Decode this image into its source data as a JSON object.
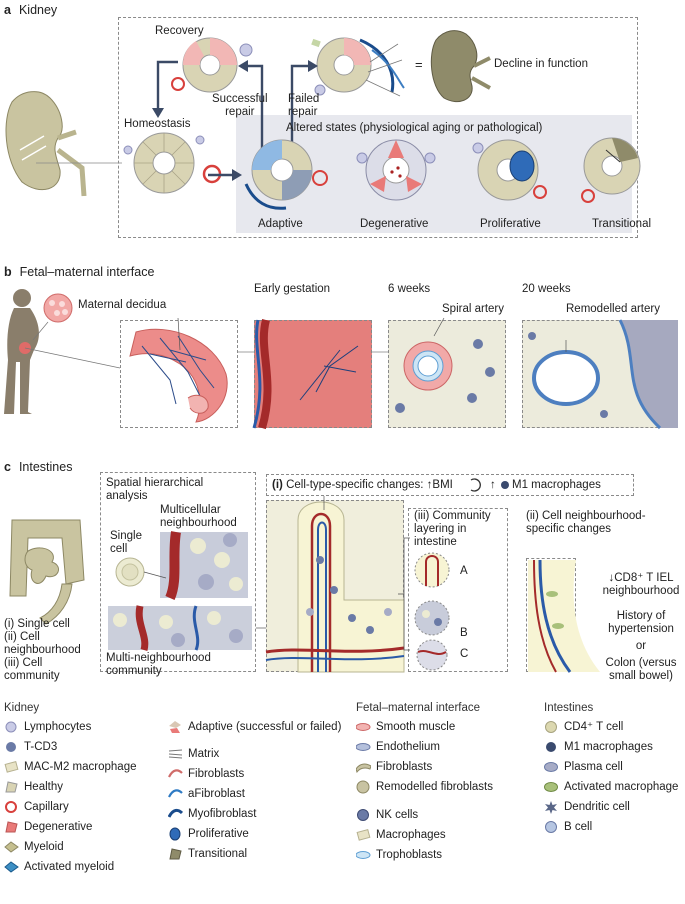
{
  "kidney": {
    "letter": "a",
    "title": "Kidney",
    "recovery": "Recovery",
    "successful": "Successful\nrepair",
    "failed": "Failed\nrepair",
    "homeostasis": "Homeostasis",
    "equals": "=",
    "decline": "Decline in function",
    "altered": "Altered states (physiological aging or pathological)",
    "states": [
      "Adaptive",
      "Degenerative",
      "Proliferative",
      "Transitional"
    ]
  },
  "fetal": {
    "letter": "b",
    "title": "Fetal–maternal interface",
    "decidua": "Maternal decidua",
    "early": "Early gestation",
    "w6": "6 weeks",
    "w20": "20 weeks",
    "spiral": "Spiral artery",
    "remodelled": "Remodelled artery"
  },
  "intestines": {
    "letter": "c",
    "title": "Intestines",
    "spatial": "Spatial hierarchical\nanalysis",
    "multicell": "Multicellular\nneighbourhood",
    "single": "Single\ncell",
    "multinb": "Multi-neighbourhood\ncommunity",
    "levels": "(i) Single cell\n(ii) Cell\nneighbourhood\n(iii) Cell\ncommunity",
    "bannerTag": "(i)",
    "banner": "Cell-type-specific changes: ↑BMI",
    "bannerTail": "↑",
    "bannerTail2": "M1 macrophages",
    "layering": "(iii) Community\nlayering in\nintestine",
    "layerA": "A",
    "layerB": "B",
    "layerC": "C",
    "nbchanges": "(ii) Cell neighbourhood-\nspecific changes",
    "cd8": "↓CD8⁺ T IEL\nneighbourhood",
    "history": "History of\nhypertension",
    "or": "or",
    "colon": "Colon (versus\nsmall bowel)"
  },
  "legend": {
    "kidneyHead": "Kidney",
    "kidney1": [
      "Lymphocytes",
      "T-CD3",
      "MAC-M2 macrophage",
      "Healthy",
      "Capillary",
      "Degenerative",
      "Myeloid",
      "Activated myeloid"
    ],
    "kidney2": [
      "Adaptive (successful\nor failed)",
      "Matrix",
      "Fibroblasts",
      "aFibroblast",
      "Myofibroblast",
      "Proliferative",
      "Transitional"
    ],
    "fetalHead": "Fetal–maternal interface",
    "fetal": [
      "Smooth muscle",
      "Endothelium",
      "Fibroblasts",
      "Remodelled\nfibroblasts",
      "NK cells",
      "Macrophages",
      "Trophoblasts"
    ],
    "intHead": "Intestines",
    "intestines": [
      "CD4⁺ T cell",
      "M1 macrophages",
      "Plasma cell",
      "Activated macrophage",
      "Dendritic cell",
      "B cell"
    ]
  },
  "colors": {
    "healthy": "#d8d3b4",
    "degenerative": "#e97a78",
    "adaptive": "#8fb9e3",
    "myofibroblast": "#1a4c8c",
    "capillary": "#d8403c",
    "panelGrey": "#e7e8ee",
    "tissue": "#f1efd9",
    "muscle": "#e39c9c"
  }
}
